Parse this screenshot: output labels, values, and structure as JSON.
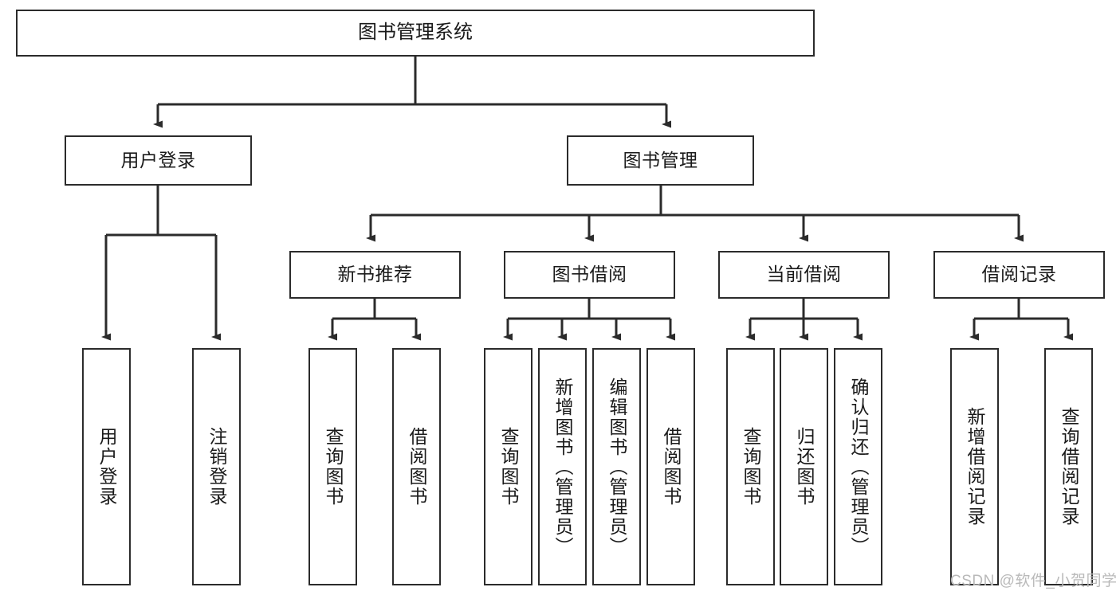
{
  "diagram": {
    "title_node": {
      "label": "图书管理系统"
    },
    "level2": [
      {
        "id": "user-login",
        "label": "用户登录"
      },
      {
        "id": "book-manage",
        "label": "图书管理"
      }
    ],
    "level3": [
      {
        "id": "new-book-recommend",
        "label": "新书推荐"
      },
      {
        "id": "book-borrow",
        "label": "图书借阅"
      },
      {
        "id": "current-borrow",
        "label": "当前借阅"
      },
      {
        "id": "borrow-record",
        "label": "借阅记录"
      }
    ],
    "leaves": [
      {
        "id": "leaf-user-login",
        "label": "用户登录"
      },
      {
        "id": "leaf-logout-login",
        "label": "注销登录"
      },
      {
        "id": "leaf-query-book-1",
        "label": "查询图书"
      },
      {
        "id": "leaf-borrow-book-1",
        "label": "借阅图书"
      },
      {
        "id": "leaf-query-book-2",
        "label": "查询图书"
      },
      {
        "id": "leaf-add-book",
        "label": "新增图书（管理员）"
      },
      {
        "id": "leaf-edit-book",
        "label": "编辑图书（管理员）"
      },
      {
        "id": "leaf-borrow-book-2",
        "label": "借阅图书"
      },
      {
        "id": "leaf-query-book-3",
        "label": "查询图书"
      },
      {
        "id": "leaf-return-book",
        "label": "归还图书"
      },
      {
        "id": "leaf-confirm-return",
        "label": "确认归还（管理员）"
      },
      {
        "id": "leaf-add-record",
        "label": "新增借阅记录"
      },
      {
        "id": "leaf-query-record",
        "label": "查询借阅记录"
      }
    ]
  },
  "watermark": {
    "text": "CSDN @软件_小贺同学"
  },
  "colors": {
    "stroke": "#2b2b2b",
    "fill": "#ffffff",
    "text": "#1a1a1a",
    "watermark": "#b9b9b9"
  }
}
